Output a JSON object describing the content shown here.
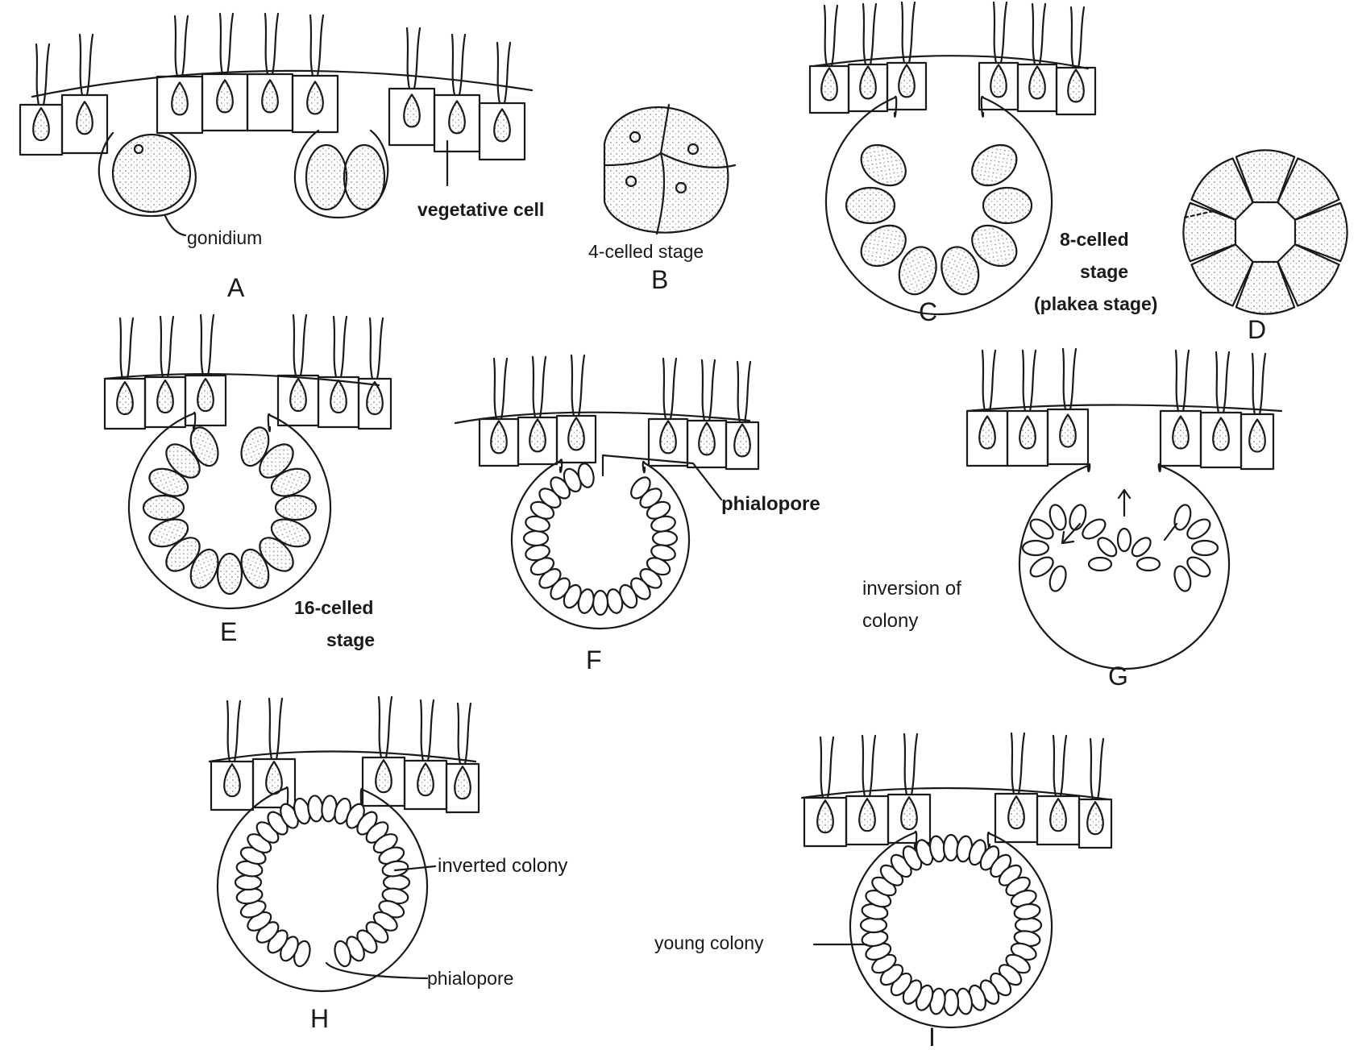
{
  "panels": {
    "A": {
      "letter": "A",
      "gonidium": "gonidium",
      "vegetative": "vegetative cell"
    },
    "B": {
      "letter": "B",
      "caption": "4-celled stage"
    },
    "C": {
      "letter": "C",
      "line1": "8-celled",
      "line2": "stage",
      "line3": "(plakea stage)"
    },
    "D": {
      "letter": "D"
    },
    "E": {
      "letter": "E",
      "line1": "16-celled",
      "line2": "stage"
    },
    "F": {
      "letter": "F",
      "phialopore": "phialopore"
    },
    "G": {
      "letter": "G",
      "line1": "inversion of",
      "line2": "colony"
    },
    "H": {
      "letter": "H",
      "inverted": "inverted colony",
      "phialopore": "phialopore"
    },
    "I": {
      "letter": "I",
      "young": "young colony"
    }
  },
  "colors": {
    "ink": "#1a1a1a",
    "paper": "#ffffff",
    "stipple": "#c8c8c8"
  }
}
